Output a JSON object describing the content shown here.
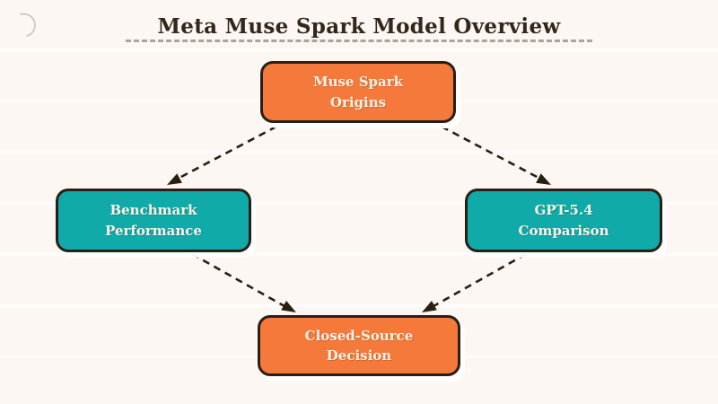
{
  "title": "Meta Muse Spark Model Overview",
  "colors": {
    "background": "#FCF7F2",
    "orange": "#F5793B",
    "teal": "#10AAA8",
    "node_border": "#2A1F15",
    "arrow": "#2A1E12",
    "title_text": "#33261A",
    "node_text": "#FBF3E6",
    "underline": "#A9A59E",
    "doodle": "#C8C2BB"
  },
  "nodes": {
    "origins": {
      "label": "Muse Spark\nOrigins",
      "color": "orange"
    },
    "benchmark": {
      "label": "Benchmark\nPerformance",
      "color": "teal"
    },
    "gpt": {
      "label": "GPT-5.4\nComparison",
      "color": "teal"
    },
    "decision": {
      "label": "Closed-Source\nDecision",
      "color": "orange"
    }
  },
  "edges": [
    {
      "from": "origins",
      "to": "benchmark",
      "style": "dashed-arrow"
    },
    {
      "from": "origins",
      "to": "gpt",
      "style": "dashed-arrow"
    },
    {
      "from": "benchmark",
      "to": "decision",
      "style": "dashed-arrow"
    },
    {
      "from": "gpt",
      "to": "decision",
      "style": "dashed-arrow"
    }
  ],
  "decor": {
    "doodle_icon": "crescent-doodle"
  }
}
